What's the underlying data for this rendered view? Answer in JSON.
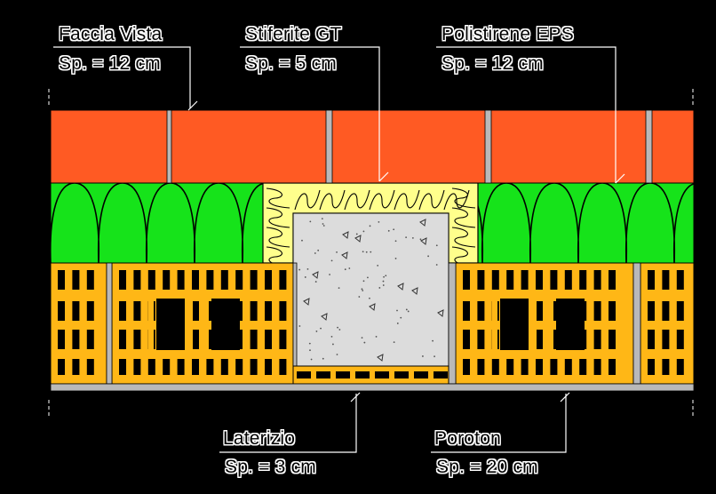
{
  "colors": {
    "brick": "#ff5a23",
    "insulation_eps": "#16e31a",
    "insulation_gt": "#ffff8c",
    "block": "#ffb716",
    "concrete": "#dcdcdc",
    "joint": "#b9b9b9",
    "background": "#000000"
  },
  "labels": {
    "facciavista": {
      "name": "Faccia Vista",
      "thickness": "Sp. = 12 cm"
    },
    "stiferite": {
      "name": "Stiferite GT",
      "thickness": "Sp. = 5 cm"
    },
    "eps": {
      "name": "Polistirene EPS",
      "thickness": "Sp. = 12 cm"
    },
    "laterizio": {
      "name": "Laterizio",
      "thickness": "Sp. = 3 cm"
    },
    "poroton": {
      "name": "Poroton",
      "thickness": "Sp. = 20 cm"
    }
  }
}
